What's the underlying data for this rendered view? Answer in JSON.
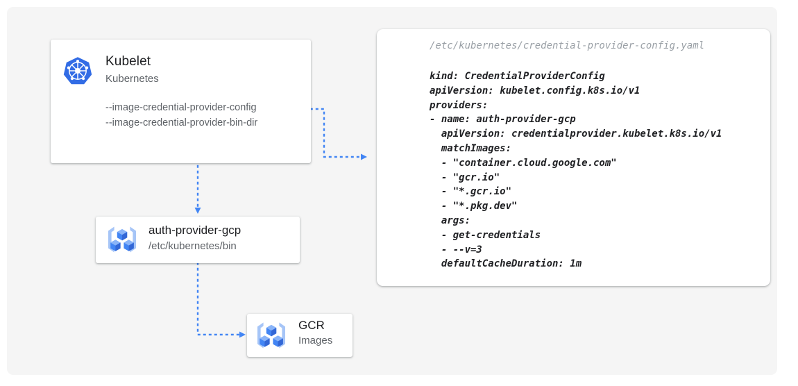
{
  "canvas": {
    "background_color": "#f5f5f5",
    "page_background_color": "#ffffff"
  },
  "theme": {
    "accent_blue": "#4285f4",
    "icon_blue": "#4285f4",
    "icon_light_blue": "#a6c5f7",
    "text_primary": "#202124",
    "text_secondary": "#5f6368",
    "text_muted": "#9aa0a6",
    "card_background": "#ffffff"
  },
  "nodes": {
    "kubelet": {
      "icon": "kubernetes-logo-icon",
      "title": "Kubelet",
      "subtitle": "Kubernetes",
      "flags": [
        "--image-credential-provider-config",
        "--image-credential-provider-bin-dir"
      ]
    },
    "auth_provider": {
      "icon": "container-registry-icon",
      "title": "auth-provider-gcp",
      "subtitle": "/etc/kubernetes/bin"
    },
    "gcr": {
      "icon": "container-registry-icon",
      "title": "GCR",
      "subtitle": "Images"
    }
  },
  "yaml_panel": {
    "filepath": "/etc/kubernetes/credential-provider-config.yaml",
    "code_lines": [
      "kind: CredentialProviderConfig",
      "apiVersion: kubelet.config.k8s.io/v1",
      "providers:",
      "- name: auth-provider-gcp",
      "  apiVersion: credentialprovider.kubelet.k8s.io/v1",
      "  matchImages:",
      "  - \"container.cloud.google.com\"",
      "  - \"gcr.io\"",
      "  - \"*.gcr.io\"",
      "  - \"*.pkg.dev\"",
      "  args:",
      "  - get-credentials",
      "  - --v=3",
      "  defaultCacheDuration: 1m"
    ]
  },
  "connectors": [
    {
      "name": "kubelet-to-yaml-config",
      "from": "kubelet",
      "to": "yaml-panel",
      "style": "dotted",
      "arrowhead": "triangle"
    },
    {
      "name": "kubelet-to-auth-provider",
      "from": "kubelet",
      "to": "auth-provider",
      "style": "dotted",
      "arrowhead": "triangle"
    },
    {
      "name": "auth-provider-to-gcr",
      "from": "auth-provider",
      "to": "gcr",
      "style": "dotted",
      "arrowhead": "triangle"
    }
  ]
}
